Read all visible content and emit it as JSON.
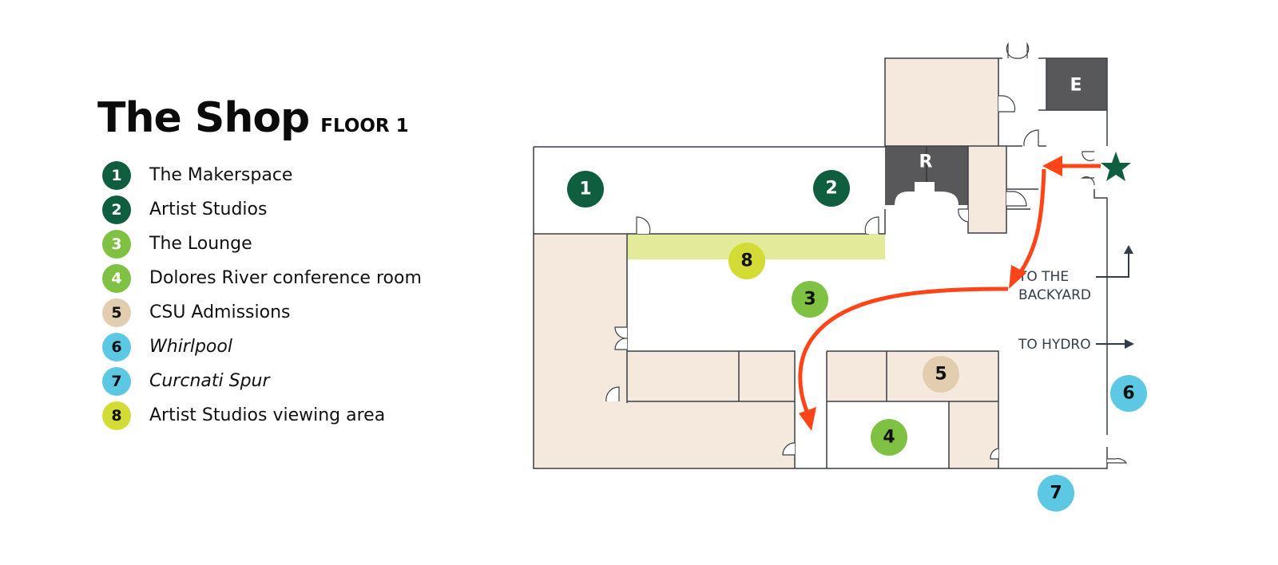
{
  "header": {
    "title": "The Shop",
    "floor": "FLOOR 1"
  },
  "legend": [
    {
      "num": "1",
      "label": "The Makerspace",
      "color": "#0e5e3f",
      "text_color": "#ffffff",
      "italic": false
    },
    {
      "num": "2",
      "label": "Artist Studios",
      "color": "#0e5e3f",
      "text_color": "#ffffff",
      "italic": false
    },
    {
      "num": "3",
      "label": "The Lounge",
      "color": "#7fc142",
      "text_color": "#ffffff",
      "italic": false
    },
    {
      "num": "4",
      "label": "Dolores River conference room",
      "color": "#7fc142",
      "text_color": "#ffffff",
      "italic": false
    },
    {
      "num": "5",
      "label": "CSU Admissions",
      "color": "#e3cdb1",
      "text_color": "#111111",
      "italic": false
    },
    {
      "num": "6",
      "label": "Whirlpool",
      "color": "#5cc8e4",
      "text_color": "#111111",
      "italic": true
    },
    {
      "num": "7",
      "label": "Curcnati Spur",
      "color": "#5cc8e4",
      "text_color": "#111111",
      "italic": true
    },
    {
      "num": "8",
      "label": "Artist Studios viewing area",
      "color": "#d3dc35",
      "text_color": "#111111",
      "italic": false
    }
  ],
  "map": {
    "rooms": {
      "elevator": "E",
      "restroom": "R"
    },
    "directions": {
      "backyard_line1": "TO THE",
      "backyard_line2": "BACKYARD",
      "hydro": "TO HYDRO"
    },
    "route_color": "#ff4417",
    "entrance_icon": "star-icon"
  }
}
